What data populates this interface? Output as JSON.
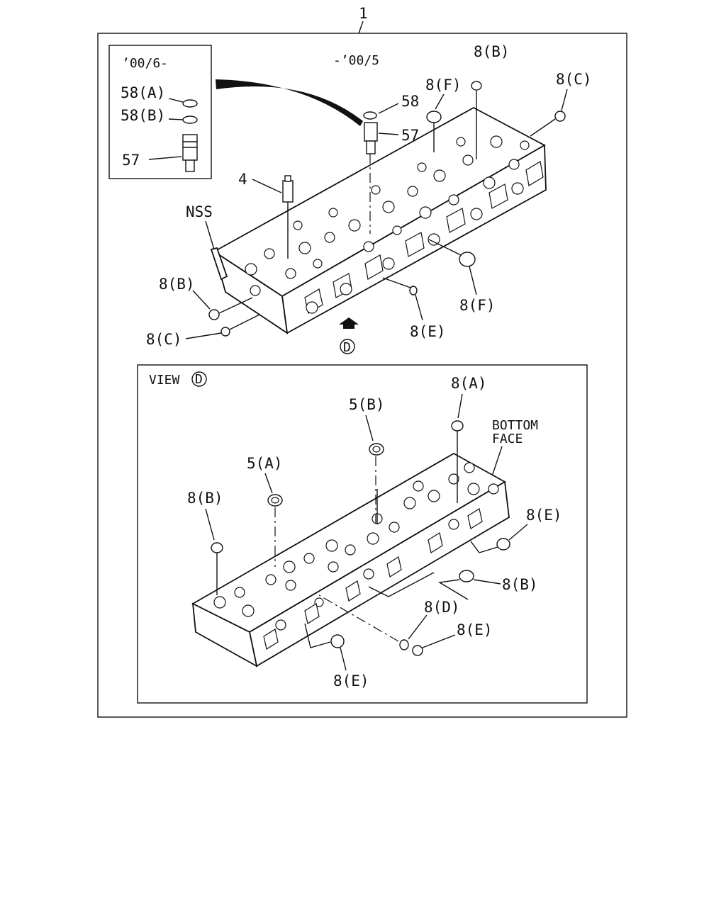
{
  "main_label": "1",
  "inset": {
    "date": "’00/6-",
    "items": [
      "58(A)",
      "58(B)",
      "57"
    ]
  },
  "top_diagram": {
    "date": "-’00/5",
    "labels": {
      "l58": "58",
      "l57": "57",
      "l4": "4",
      "nss": "NSS",
      "b_top": "8(B)",
      "f_top": "8(F)",
      "c_top": "8(C)",
      "b_left": "8(B)",
      "c_left": "8(C)",
      "e_bottom": "8(E)",
      "f_right": "8(F)"
    },
    "view_marker": "D"
  },
  "bottom_view": {
    "title": "VIEW",
    "view_marker": "D",
    "bottom_face": [
      "BOTTOM",
      "FACE"
    ],
    "labels": {
      "a": "8(A)",
      "b5": "5(B)",
      "a5": "5(A)",
      "b_left": "8(B)",
      "e_right": "8(E)",
      "b_right": "8(B)",
      "d": "8(D)",
      "e_mid": "8(E)",
      "e_bottom": "8(E)"
    }
  }
}
